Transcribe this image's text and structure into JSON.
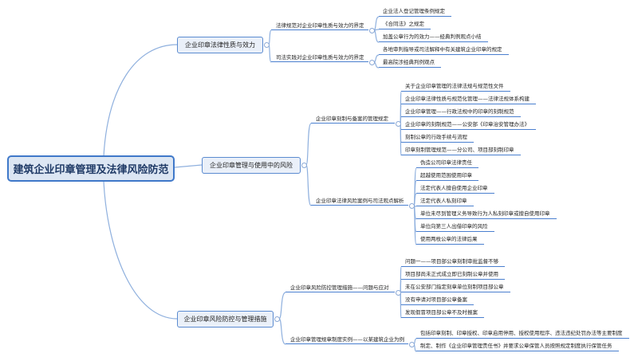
{
  "root": "建筑企业印章管理及法律风险防范",
  "branches": [
    {
      "label": "企业印章法律性质与效力",
      "children": [
        {
          "label": "法律规范对企业印章性质与效力的界定",
          "items": [
            "企业法人登记管理条例规定",
            "《合同法》之规定",
            "加盖公章行为的效力——经典判例观点小结"
          ]
        },
        {
          "label": "司法实践对企业印章性质与效力的界定",
          "items": [
            "各地审判指导或司法解释中有关建筑企业印章的规定",
            "最高院涉经典判例观点"
          ]
        }
      ]
    },
    {
      "label": "企业印章管理与使用中的风险",
      "children": [
        {
          "label": "企业印章刻制与备案的管理规定",
          "items": [
            "关于企业印章管理的法律法规与规范性文件",
            "企业印章法律性质与规范化管理——法律法规体系构建",
            "企业印章管理——行政法规中的印章的刻制规范",
            "企业印章的刻制规范——公安部《印章治安管理办法》",
            "刻制公章的行政手续与流程",
            "印章刻制管理规范——分公司、项目部刻制印章"
          ]
        },
        {
          "label": "企业印章法律风险案例与司法观点解析",
          "items": [
            "伪造公司印章法律责任",
            "超越使用范围使用印章",
            "法定代表人擅自使用企业印章",
            "法定代表人私刻印章",
            "单位未尽到管理义务导致行为人私刻印章或擅自使用印章",
            "单位向第三人出借印章的风险",
            "使用两枚公章的法律后果"
          ]
        }
      ]
    },
    {
      "label": "企业印章风险防控与管理措施",
      "children": [
        {
          "label": "企业印章风险防控管理措施——问题与应对",
          "items": [
            "问题一——项目部公章刻制审批监督不够",
            "项目部尚未正式成立即已刻制公章并使用",
            "未在公安部门指定刻章单位刻制项目部公章",
            "没有申请对项目部公章备案",
            "发现假冒项目部公章不及时报案"
          ]
        },
        {
          "label": "企业印章管理规章制度实例——以某建筑企业为例",
          "items": [
            "包括印章刻制、印章授权、印章启用停用、授权使用程序、违法违纪处罚办法等主要制度",
            "制定、制作《企业印章管理责任书》并要求公章保管人员按照规定制度执行保管任务"
          ]
        }
      ]
    }
  ],
  "colors": {
    "line": "#4a7fcf",
    "root_fill": "#dce6f3",
    "root_border": "#3f78c9"
  }
}
